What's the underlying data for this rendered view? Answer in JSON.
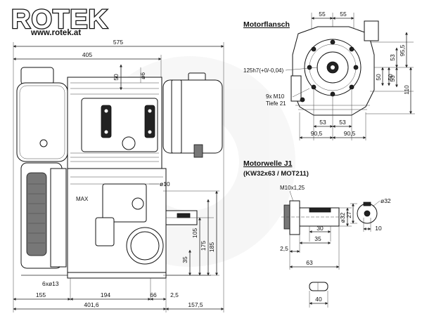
{
  "brand": {
    "logo": "ROTEK",
    "url": "www.rotek.at"
  },
  "front_view": {
    "width_total": "575",
    "width_upper": "405",
    "dim_50": "50",
    "dim_phi6": "ø6",
    "dim_phi10": "ø10",
    "dim_105": "105",
    "dim_175": "175",
    "dim_185": "185",
    "dim_35": "35",
    "dim_bolts": "6xø13",
    "dim_155": "155",
    "dim_194": "194",
    "dim_66": "66",
    "dim_2_5": "2,5",
    "dim_401_6": "401,6",
    "dim_157_5": "157,5"
  },
  "flange": {
    "title": "Motorflansch",
    "top_55_left": "55",
    "top_55_right": "55",
    "callout_bore": "125h7(+0/-0,04)",
    "callout_thread": "9x M10",
    "callout_depth": "Tiefe 21",
    "dim_53_v_top": "53",
    "dim_53_v_bottom": "53",
    "dim_50_left": "50",
    "dim_50_right": "50",
    "dim_95_5": "95,5",
    "dim_110": "110",
    "dim_53_h_left": "53",
    "dim_53_h_right": "53",
    "dim_90_5_left": "90,5",
    "dim_90_5_right": "90,5"
  },
  "shaft": {
    "title": "Motorwelle J1",
    "subtitle": "(KW32x63 / MOT211)",
    "thread": "M10x1,25",
    "dia": "ø32",
    "dim_30": "30",
    "dim_35": "35",
    "dim_2_5": "2,5",
    "dim_63": "63",
    "dim_27": "27",
    "dim_10": "10",
    "dia_end": "ø32",
    "dim_40": "40"
  }
}
